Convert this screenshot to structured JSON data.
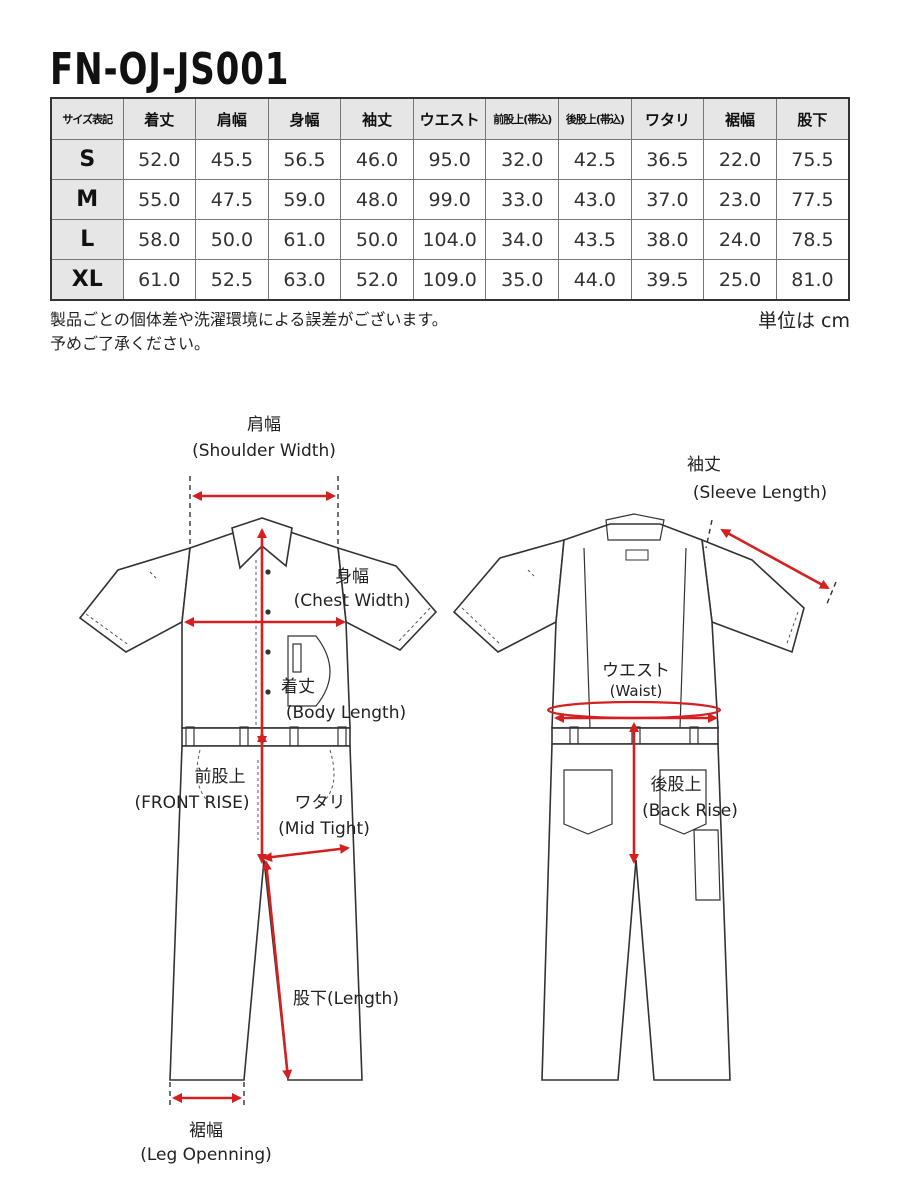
{
  "title": "FN-OJ-JS001",
  "table": {
    "headers": [
      "サイズ表記",
      "着丈",
      "肩幅",
      "身幅",
      "袖丈",
      "ウエスト",
      "前股上(帯込)",
      "後股上(帯込)",
      "ワタリ",
      "裾幅",
      "股下"
    ],
    "rows": [
      {
        "size": "S",
        "values": [
          "52.0",
          "45.5",
          "56.5",
          "46.0",
          "95.0",
          "32.0",
          "42.5",
          "36.5",
          "22.0",
          "75.5"
        ]
      },
      {
        "size": "M",
        "values": [
          "55.0",
          "47.5",
          "59.0",
          "48.0",
          "99.0",
          "33.0",
          "43.0",
          "37.0",
          "23.0",
          "77.5"
        ]
      },
      {
        "size": "L",
        "values": [
          "58.0",
          "50.0",
          "61.0",
          "50.0",
          "104.0",
          "34.0",
          "43.5",
          "38.0",
          "24.0",
          "78.5"
        ]
      },
      {
        "size": "XL",
        "values": [
          "61.0",
          "52.5",
          "63.0",
          "52.0",
          "109.0",
          "35.0",
          "44.0",
          "39.5",
          "25.0",
          "81.0"
        ]
      }
    ]
  },
  "notes": {
    "line1": "製品ごとの個体差や洗濯環境による誤差がございます。",
    "line2": "予めご了承ください。",
    "unit": "単位は cm"
  },
  "labels": {
    "shoulder_jp": "肩幅",
    "shoulder_en": "(Shoulder Width)",
    "chest_jp": "身幅",
    "chest_en": "(Chest Width)",
    "body_jp": "着丈",
    "body_en": "(Body Length)",
    "front_rise_jp": "前股上",
    "front_rise_en": "(FRONT RISE)",
    "mid_jp": "ワタリ",
    "mid_en": "(Mid Tight)",
    "length": "股下(Length)",
    "leg_jp": "裾幅",
    "leg_en": "(Leg Openning)",
    "sleeve_jp": "袖丈",
    "sleeve_en": "(Sleeve Length)",
    "waist_jp": "ウエスト",
    "waist_en": "(Waist)",
    "back_rise_jp": "後股上",
    "back_rise_en": "(Back Rise)"
  },
  "colors": {
    "arrow": "#d42020",
    "header_bg": "#e6e6e6"
  }
}
